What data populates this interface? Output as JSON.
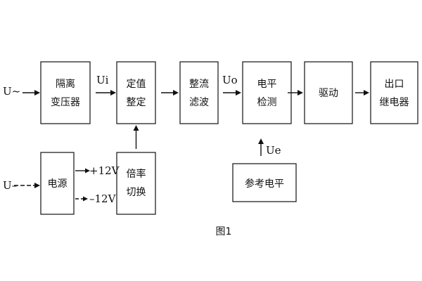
{
  "diagram": {
    "figure_caption": "图1",
    "blocks": {
      "isolation_transformer": [
        "隔离",
        "变压器"
      ],
      "setpoint_adjust": [
        "定值",
        "整定"
      ],
      "rectifier_filter": [
        "整流",
        "滤波"
      ],
      "level_detect": [
        "电平",
        "检测"
      ],
      "driver": [
        "驱动"
      ],
      "output_relay": [
        "出口",
        "继电器"
      ],
      "power_supply": [
        "电源"
      ],
      "multiplier_switch": [
        "倍率",
        "切换"
      ],
      "reference_level": [
        "参考电平"
      ]
    },
    "signals": {
      "ac_input": "U~",
      "dc_input": "U–",
      "ui": "Ui",
      "uo": "Uo",
      "ue": "Ue",
      "plus_12v": "+12V",
      "minus_12v": "–12V"
    }
  }
}
